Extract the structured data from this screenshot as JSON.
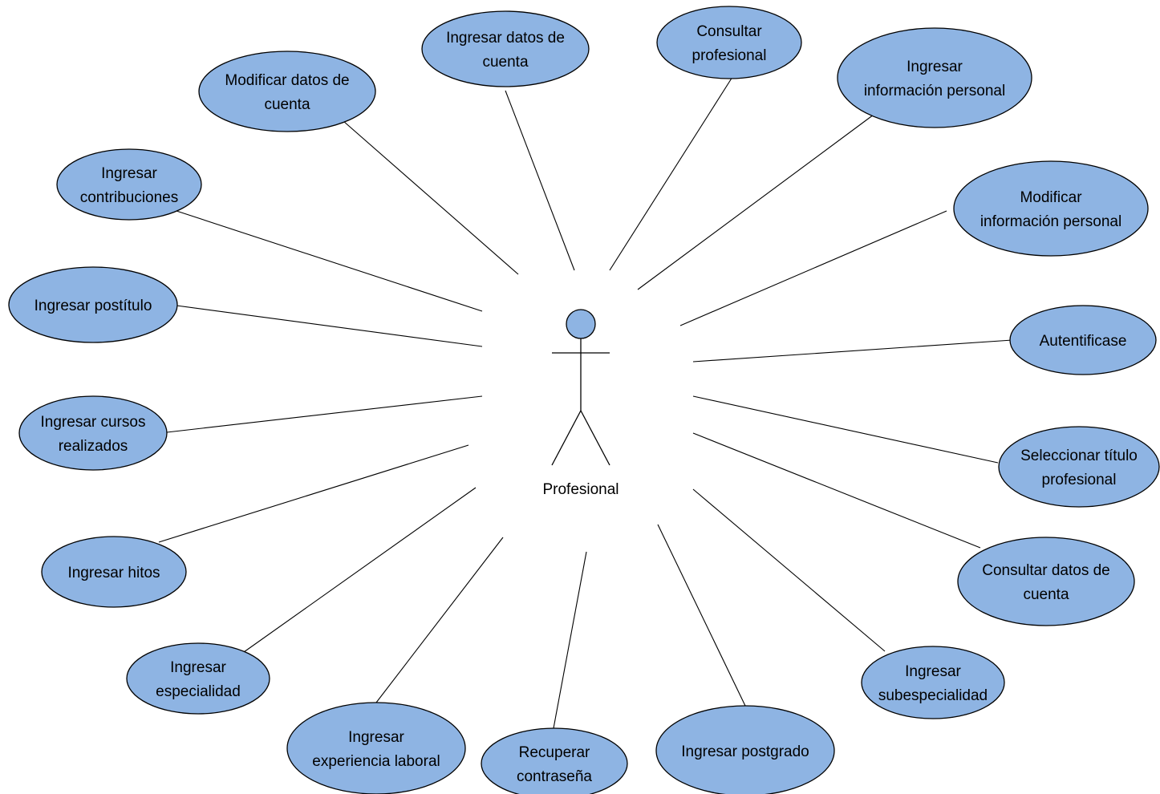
{
  "actor": {
    "name": "Profesional"
  },
  "use_cases": [
    {
      "id": "modificar-datos-cuenta",
      "lines": [
        "Modificar datos de",
        "cuenta"
      ]
    },
    {
      "id": "ingresar-datos-cuenta",
      "lines": [
        "Ingresar datos de",
        "cuenta"
      ]
    },
    {
      "id": "consultar-profesional",
      "lines": [
        "Consultar",
        "profesional"
      ]
    },
    {
      "id": "ingresar-informacion-personal",
      "lines": [
        "Ingresar",
        "información personal"
      ]
    },
    {
      "id": "modificar-informacion-personal",
      "lines": [
        "Modificar",
        "información personal"
      ]
    },
    {
      "id": "autentificase",
      "lines": [
        "Autentificase"
      ]
    },
    {
      "id": "seleccionar-titulo-profesional",
      "lines": [
        "Seleccionar título",
        "profesional"
      ]
    },
    {
      "id": "consultar-datos-cuenta",
      "lines": [
        "Consultar datos de",
        "cuenta"
      ]
    },
    {
      "id": "ingresar-subespecialidad",
      "lines": [
        "Ingresar",
        "subespecialidad"
      ]
    },
    {
      "id": "ingresar-postgrado",
      "lines": [
        "Ingresar postgrado"
      ]
    },
    {
      "id": "recuperar-contrasena",
      "lines": [
        "Recuperar",
        "contraseña"
      ]
    },
    {
      "id": "ingresar-experiencia-laboral",
      "lines": [
        "Ingresar",
        "experiencia laboral"
      ]
    },
    {
      "id": "ingresar-especialidad",
      "lines": [
        "Ingresar",
        "especialidad"
      ]
    },
    {
      "id": "ingresar-hitos",
      "lines": [
        "Ingresar hitos"
      ]
    },
    {
      "id": "ingresar-cursos-realizados",
      "lines": [
        "Ingresar cursos",
        "realizados"
      ]
    },
    {
      "id": "ingresar-postitulo",
      "lines": [
        "Ingresar postítulo"
      ]
    },
    {
      "id": "ingresar-contribuciones",
      "lines": [
        "Ingresar",
        "contribuciones"
      ]
    }
  ],
  "colors": {
    "use_case_fill": "#8eb4e3",
    "stroke": "#000000",
    "background": "#ffffff"
  }
}
